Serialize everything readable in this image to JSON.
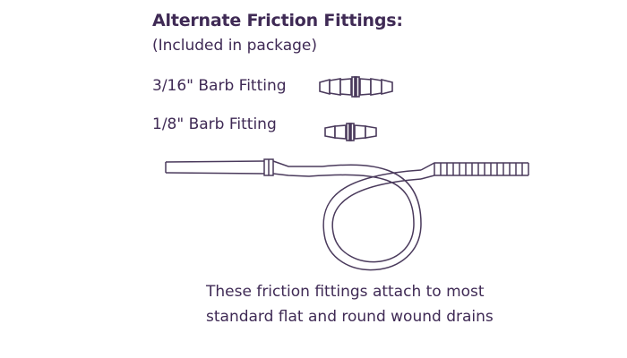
{
  "title": "Alternate Friction Fittings:",
  "subtitle": "(Included in package)",
  "fittings": [
    {
      "label": "3/16\" Barb Fitting"
    },
    {
      "label": "1/8\" Barb Fitting"
    }
  ],
  "caption": [
    "These friction fittings attach to most",
    "standard flat and round wound drains"
  ],
  "colors": {
    "text": "#3f2a55",
    "line": "#4a3a5c",
    "background": "#ffffff"
  },
  "icons": {
    "fitting_large": "barb-fitting-3-16",
    "fitting_small": "barb-fitting-1-8",
    "drain": "wound-drain-coiled-tube"
  }
}
